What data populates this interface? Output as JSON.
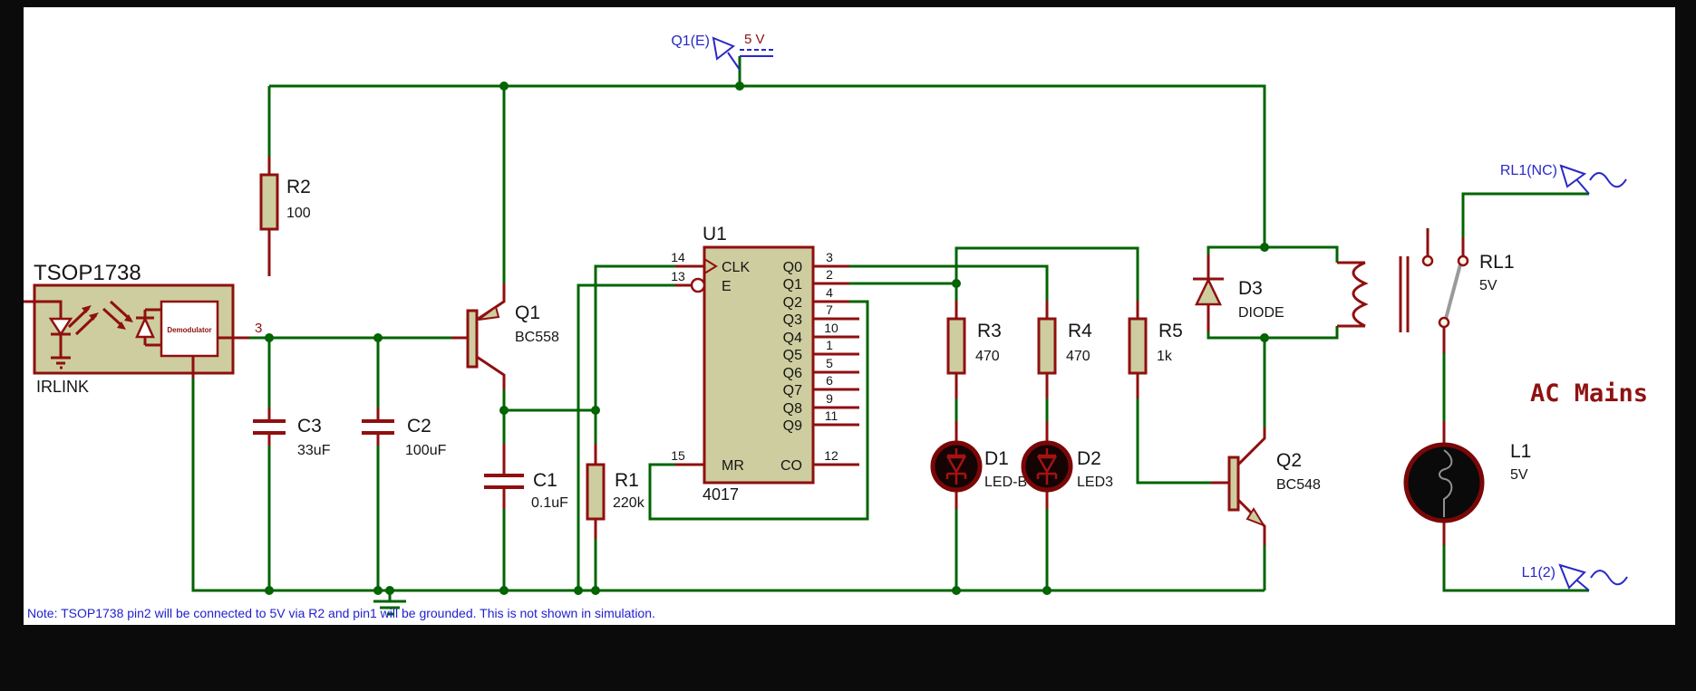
{
  "window": {
    "note": "Note: TSOP1738 pin2 will be connected to 5V via R2 and pin1 will be grounded. This is not shown in simulation."
  },
  "labels": {
    "ac_mains": "AC Mains"
  },
  "probes": {
    "q1e": "Q1(E)",
    "supply": "5 V",
    "rl1_nc": "RL1(NC)",
    "l1_2": "L1(2)"
  },
  "tsop": {
    "name": "TSOP1738",
    "model": "IRLINK",
    "demodulator": "Demodulator",
    "pin3": "3"
  },
  "resistors": {
    "r1": {
      "ref": "R1",
      "value": "220k"
    },
    "r2": {
      "ref": "R2",
      "value": "100"
    },
    "r3": {
      "ref": "R3",
      "value": "470"
    },
    "r4": {
      "ref": "R4",
      "value": "470"
    },
    "r5": {
      "ref": "R5",
      "value": "1k"
    }
  },
  "capacitors": {
    "c1": {
      "ref": "C1",
      "value": "0.1uF"
    },
    "c2": {
      "ref": "C2",
      "value": "100uF"
    },
    "c3": {
      "ref": "C3",
      "value": "33uF"
    }
  },
  "transistors": {
    "q1": {
      "ref": "Q1",
      "value": "BC558"
    },
    "q2": {
      "ref": "Q2",
      "value": "BC548"
    }
  },
  "diodes": {
    "d1": {
      "ref": "D1",
      "value": "LED-B"
    },
    "d2": {
      "ref": "D2",
      "value": "LED3"
    },
    "d3": {
      "ref": "D3",
      "value": "DIODE"
    }
  },
  "relay": {
    "ref": "RL1",
    "value": "5V"
  },
  "lamp": {
    "ref": "L1",
    "value": "5V"
  },
  "ic": {
    "ref": "U1",
    "value": "4017",
    "left_pins": [
      {
        "num": "14",
        "name": "CLK"
      },
      {
        "num": "13",
        "name": "E"
      },
      {
        "num": "15",
        "name": "MR"
      }
    ],
    "right_pins": [
      {
        "num": "3",
        "name": "Q0"
      },
      {
        "num": "2",
        "name": "Q1"
      },
      {
        "num": "4",
        "name": "Q2"
      },
      {
        "num": "7",
        "name": "Q3"
      },
      {
        "num": "10",
        "name": "Q4"
      },
      {
        "num": "1",
        "name": "Q5"
      },
      {
        "num": "5",
        "name": "Q6"
      },
      {
        "num": "6",
        "name": "Q7"
      },
      {
        "num": "9",
        "name": "Q8"
      },
      {
        "num": "11",
        "name": "Q9"
      },
      {
        "num": "12",
        "name": "CO"
      }
    ]
  },
  "colors": {
    "wire": "#006400",
    "component": "#8F0F0F",
    "component_fill": "#CDCDA0",
    "probe_blue": "#2828C8",
    "note_blue": "#2121CE",
    "page": "#FFFFFF",
    "frame": "#0B0B0B"
  }
}
